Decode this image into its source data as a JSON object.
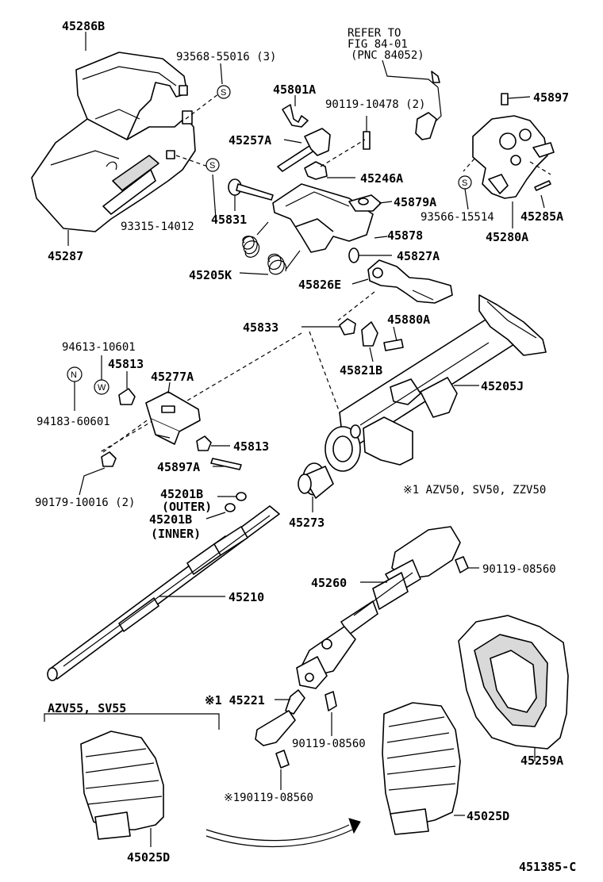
{
  "diagram_code": "451385-C",
  "refer_note": {
    "line1": "REFER TO",
    "line2": "FIG 84-01",
    "line3": "(PNC 84052)"
  },
  "variant_note_1": "※1 AZV50, SV50, ZZV50",
  "variant_group_label": "AZV55, SV55",
  "symbols": {
    "s": "S",
    "n": "N",
    "w": "W"
  },
  "parts": {
    "p45286B": "45286B",
    "p93568": "93568-55016 (3)",
    "p93315": "93315-14012",
    "p45287": "45287",
    "p45801A": "45801A",
    "p90119_10478": "90119-10478 (2)",
    "p45257A": "45257A",
    "p45246A": "45246A",
    "p45879A": "45879A",
    "p45831": "45831",
    "p45878": "45878",
    "p45827A": "45827A",
    "p45205K": "45205K",
    "p45826E": "45826E",
    "p45897": "45897",
    "p93566": "93566-15514",
    "p45285A": "45285A",
    "p45280A": "45280A",
    "p45833": "45833",
    "p45880A": "45880A",
    "p45821B": "45821B",
    "p45205J": "45205J",
    "p94613": "94613-10601",
    "p45813a": "45813",
    "p45277A": "45277A",
    "p94183": "94183-60601",
    "p45813b": "45813",
    "p45897A": "45897A",
    "p90179": "90179-10016 (2)",
    "p45201B_outer": "45201B",
    "outer": "(OUTER)",
    "p45201B_inner": "45201B",
    "inner": "(INNER)",
    "p45273": "45273",
    "p45210": "45210",
    "p45260": "45260",
    "p90119_08560a": "90119-08560",
    "p45221": "※1 45221",
    "p90119_08560b": "90119-08560",
    "p90119_08560c": "※190119-08560",
    "p45259A": "45259A",
    "p45025D_right": "45025D",
    "p45025D_left": "45025D"
  }
}
